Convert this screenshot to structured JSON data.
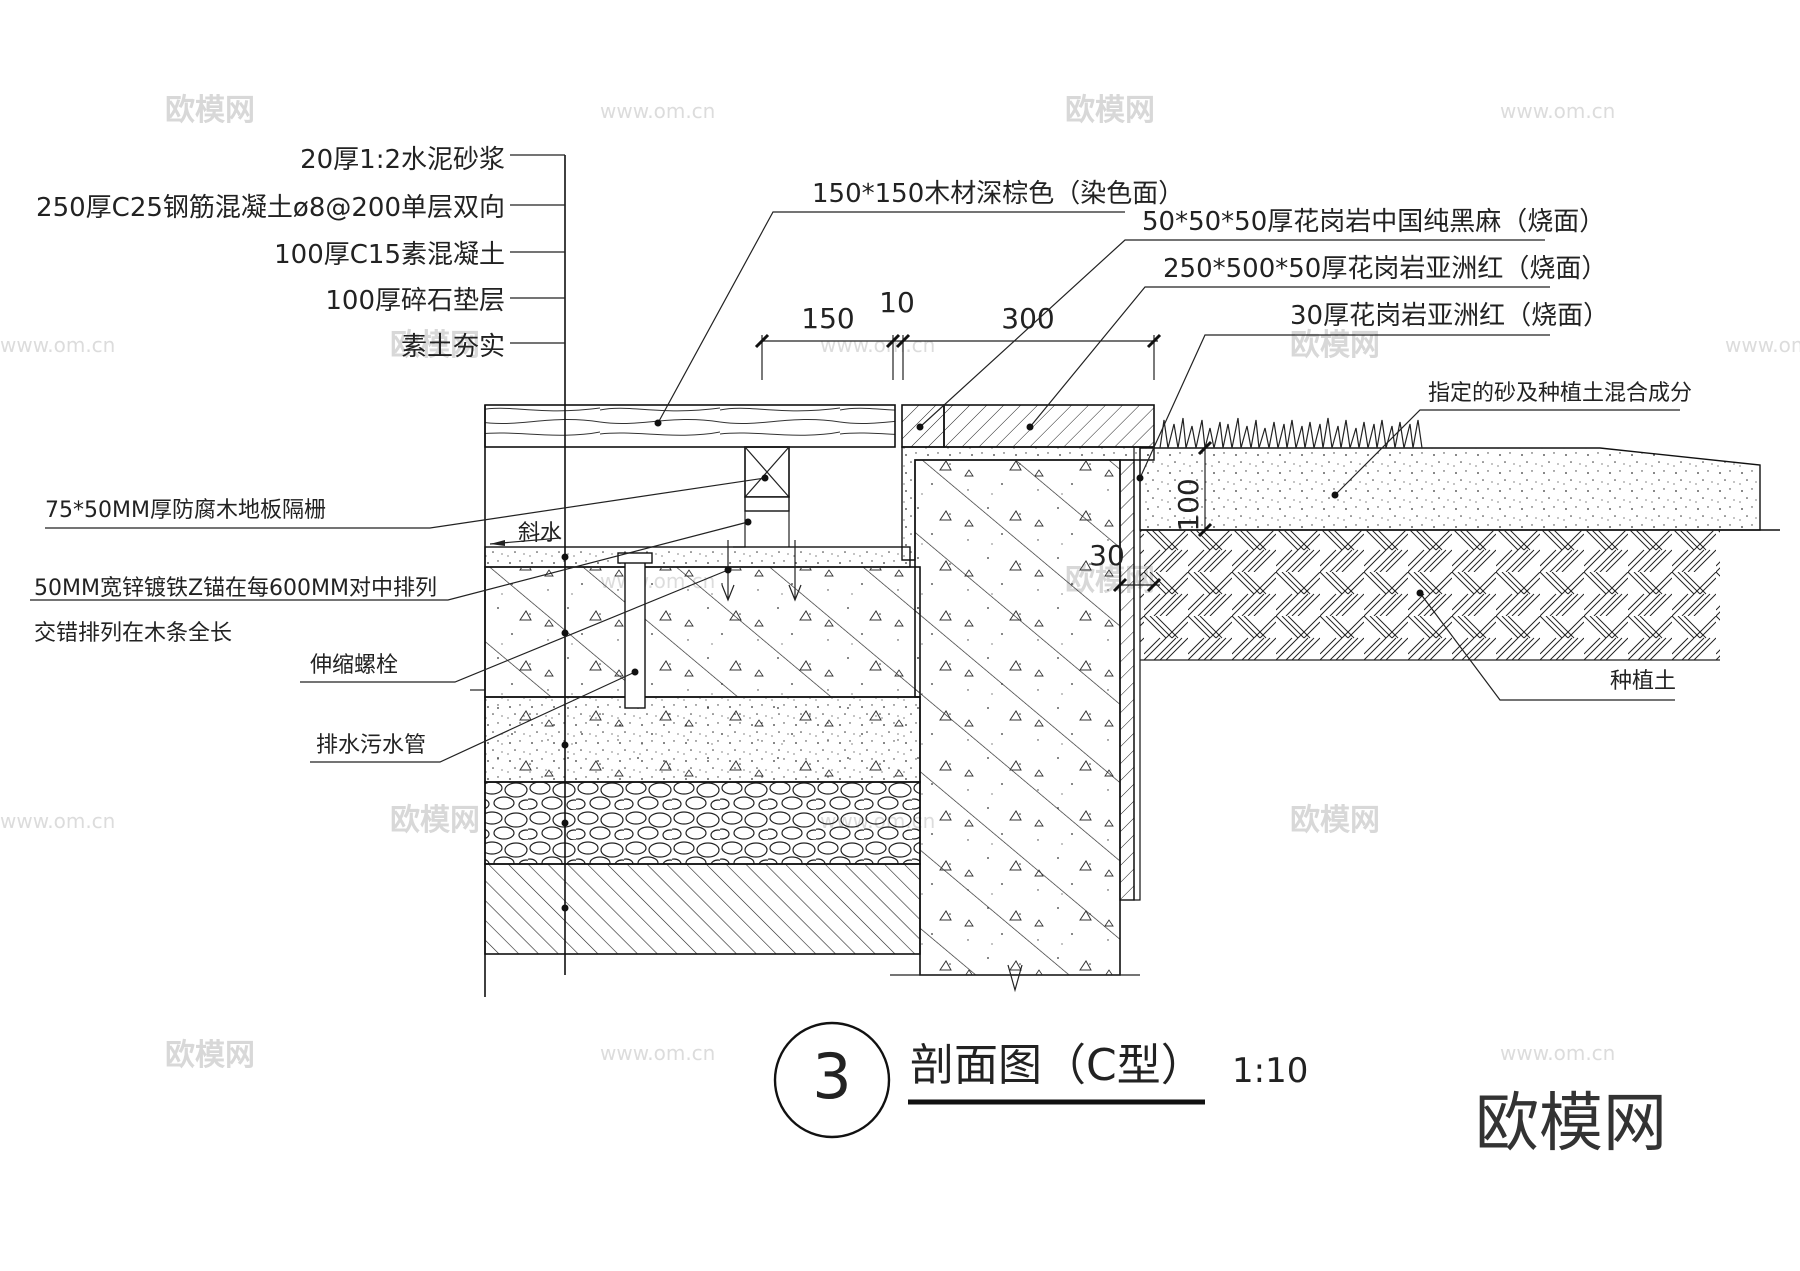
{
  "layers": [
    "20厚1:2水泥砂浆",
    "250厚C25钢筋混凝土ø8@200单层双向",
    "100厚C15素混凝土",
    "100厚碎石垫层",
    "素土夯实"
  ],
  "callouts": {
    "wood": "150*150木材深棕色（染色面）",
    "granite_small": "50*50*50厚花岗岩中国纯黑麻（烧面）",
    "granite_large": "250*500*50厚花岗岩亚洲红（烧面）",
    "granite_thin": "30厚花岗岩亚洲红（烧面）",
    "sand_mix": "指定的砂及种植土混合成分",
    "keel": "75*50MM厚防腐木地板隔栅",
    "slope": "斜水",
    "anchor_1": "50MM宽锌镀铁Z锚在每600MM对中排列",
    "anchor_2": "交错排列在木条全长",
    "bolt": "伸缩螺栓",
    "pipe": "排水污水管",
    "soil": "种植土"
  },
  "dimensions": {
    "d150": "150",
    "d10": "10",
    "d300": "300",
    "d100": "100",
    "d30": "30"
  },
  "title": {
    "number": "3",
    "text": "剖面图（C型）",
    "scale": "1:10"
  },
  "watermark": {
    "brand": "欧模网",
    "url": "www.om.cn"
  }
}
